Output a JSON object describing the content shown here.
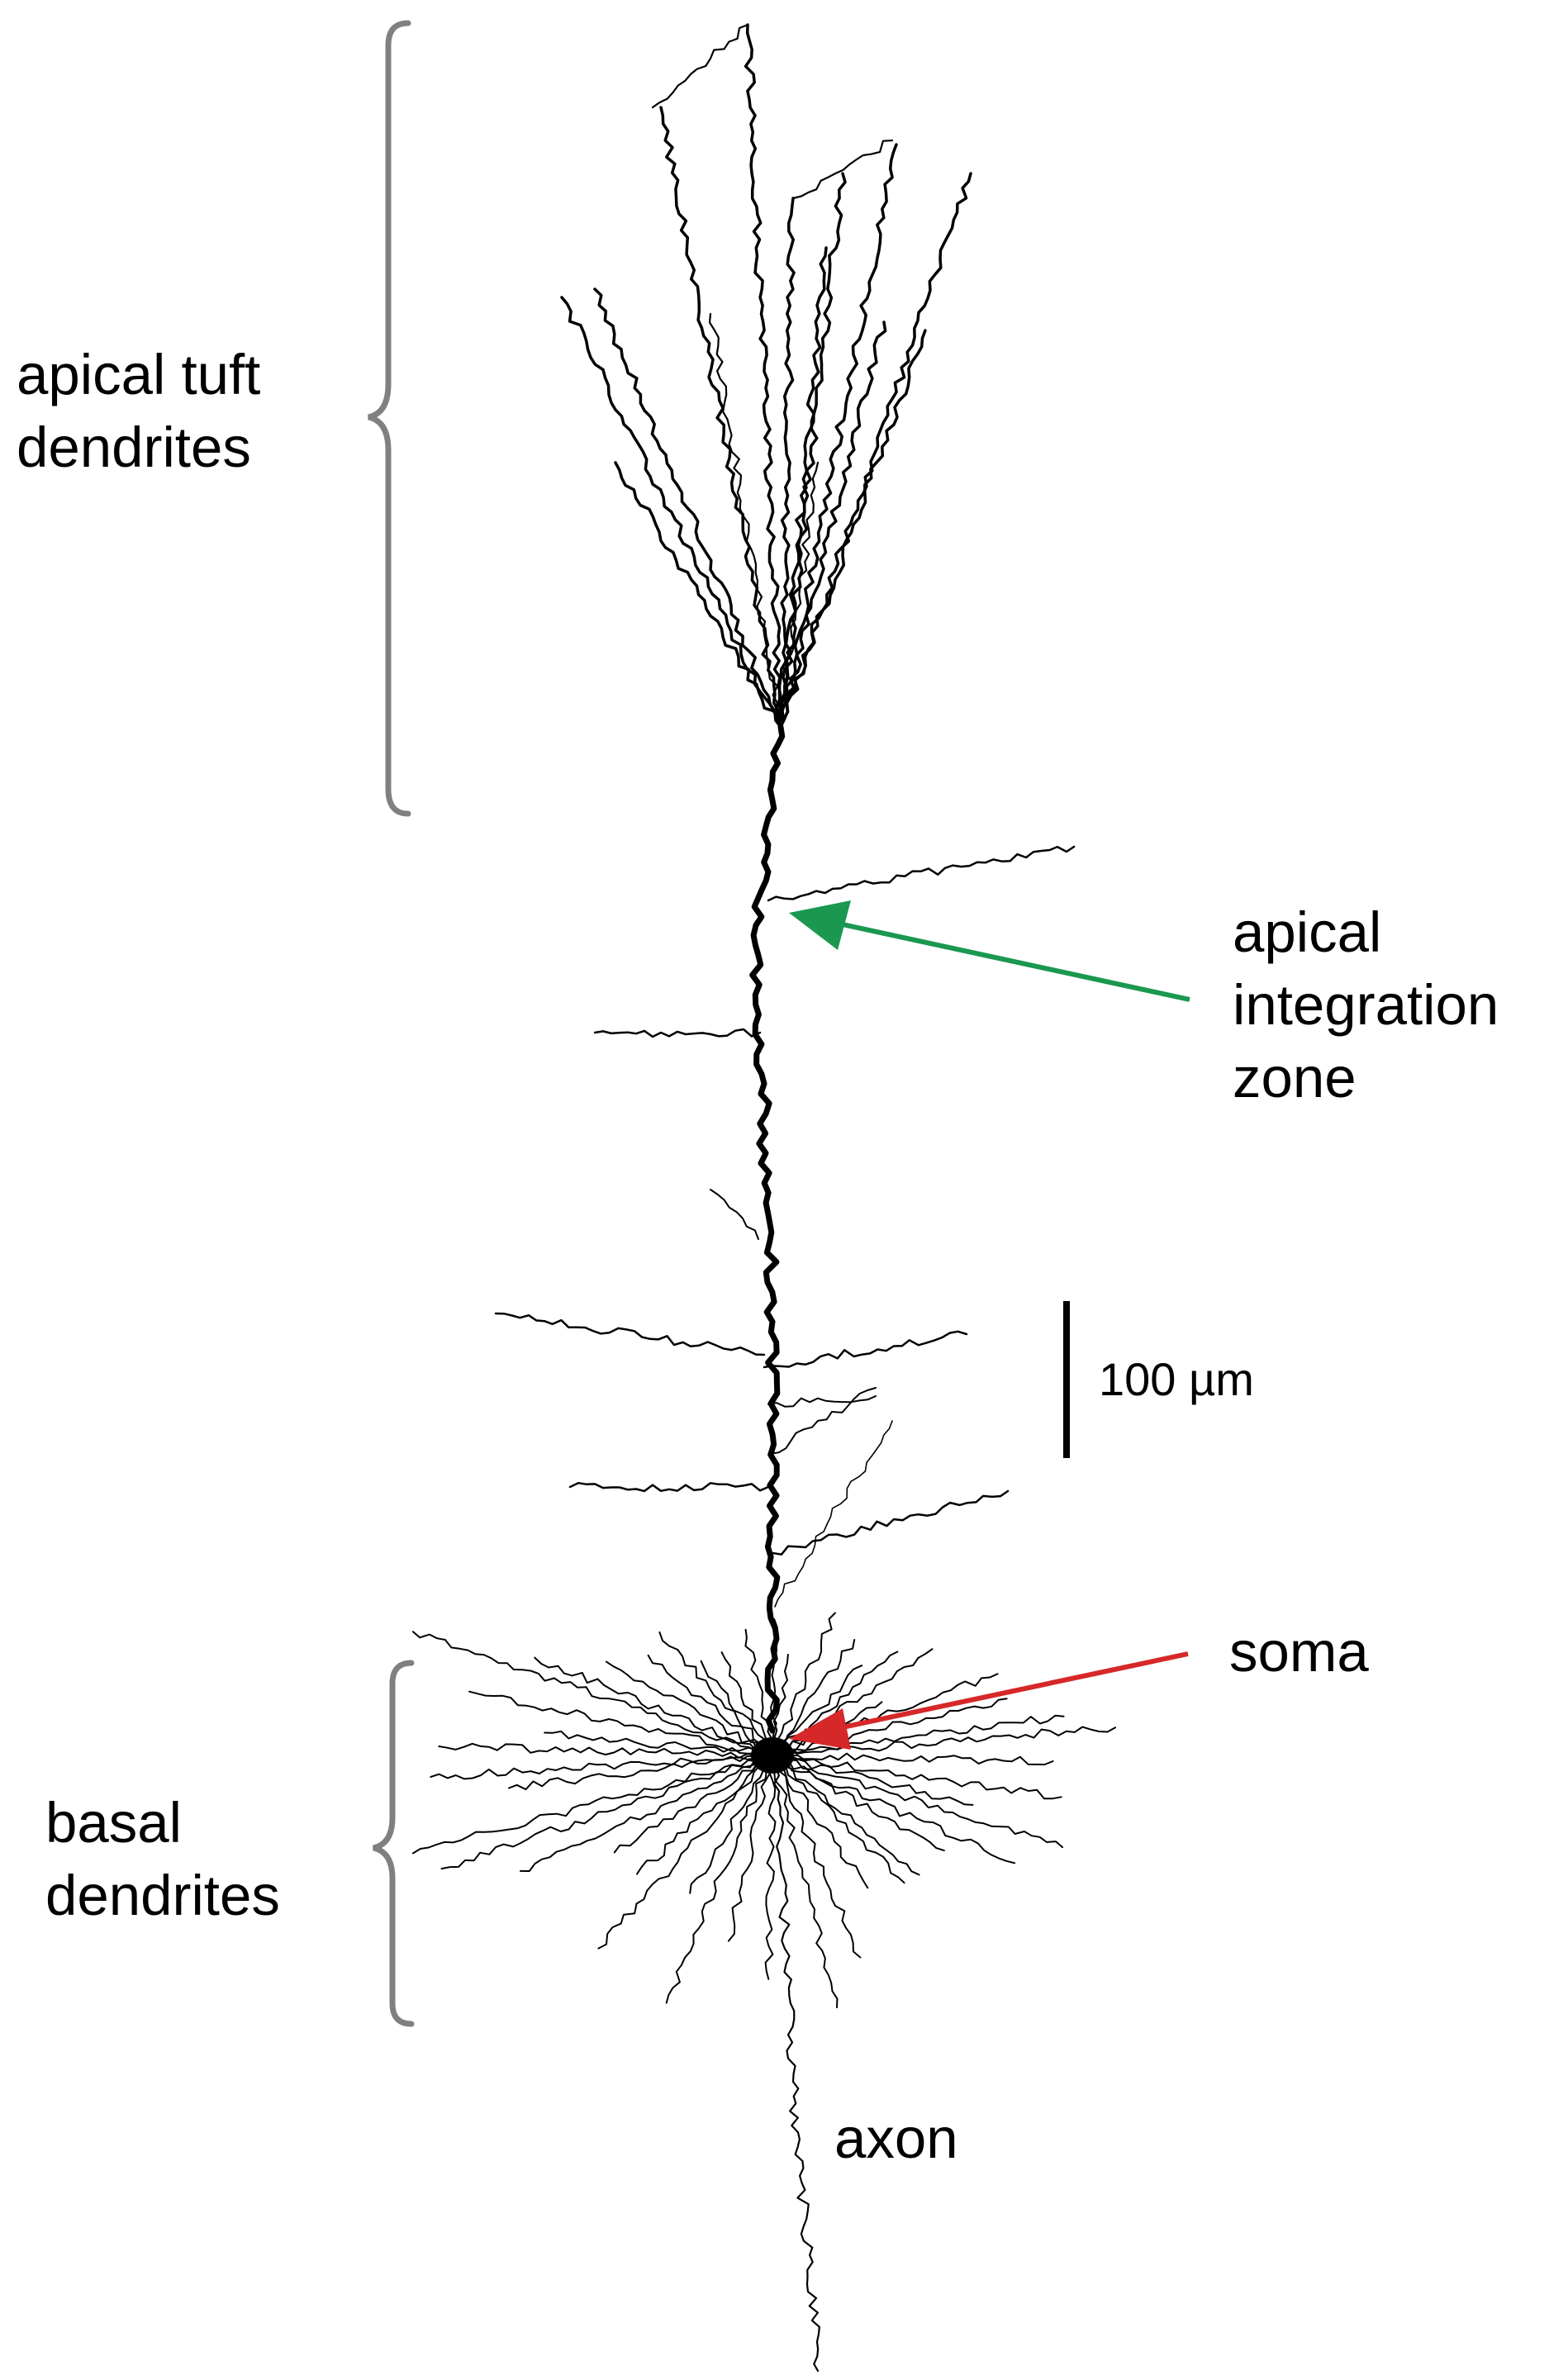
{
  "labels": {
    "apical_tuft": "apical tuft\ndendrites",
    "apical_integration": "apical\nintegration\nzone",
    "scale_bar": "100 µm",
    "soma": "soma",
    "basal": "basal\ndendrites",
    "axon": "axon"
  },
  "colors": {
    "neuron": "#000000",
    "bracket": "#808080",
    "arrow_integration": "#1a9850",
    "arrow_soma": "#d62828"
  }
}
